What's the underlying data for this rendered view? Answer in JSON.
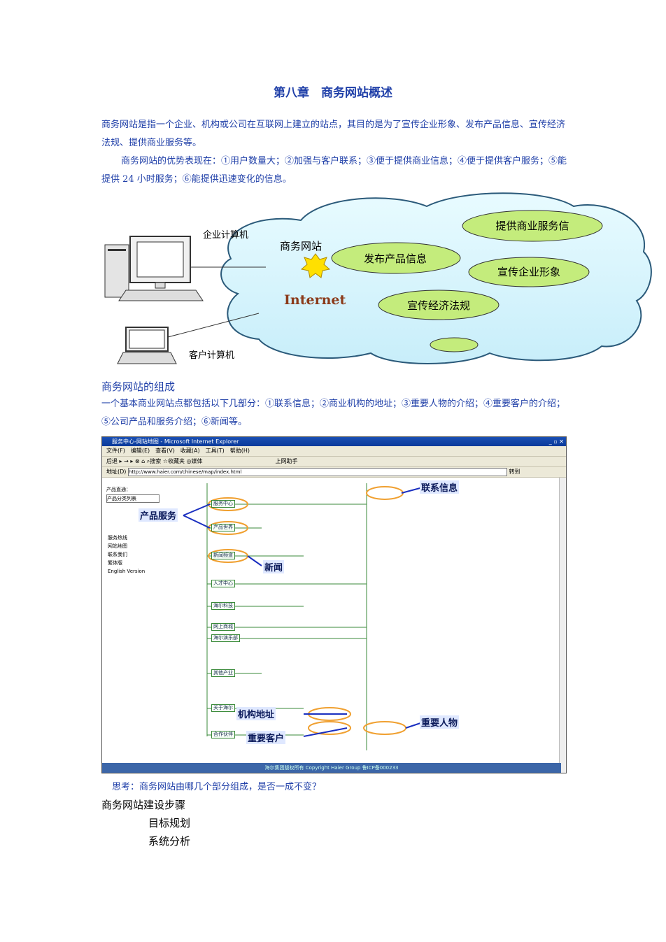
{
  "title": "第八章　商务网站概述",
  "intro": "商务网站是指一个企业、机构或公司在互联网上建立的站点，其目的是为了宣传企业形象、发布产品信息、宣传经济法规、提供商业服务等。",
  "advantages": "商务网站的优势表现在：①用户数量大；②加强与客户联系；③便于提供商业信息；④便于提供客户服务；⑤能提供 24 小时服务；⑥能提供迅速变化的信息。",
  "diagram": {
    "corp_pc": "企业计算机",
    "client_pc": "客户计算机",
    "site": "商务网站",
    "internet": "Internet",
    "bubbles": [
      "提供商业服务信",
      "发布产品信息",
      "宣传企业形象",
      "宣传经济法规"
    ]
  },
  "composition_heading": "商务网站的组成",
  "composition_text": "一个基本商业网站点都包括以下几部分：①联系信息；②商业机构的地址；③重要人物的介绍；④重要客户的介绍；⑤公司产品和服务介绍；⑥新闻等。",
  "screenshot": {
    "window_title": "服务中心-网站地图 - Microsoft Internet Explorer",
    "menu": "文件(F)　编辑(E)　查看(V)　收藏(A)　工具(T)　帮助(H)",
    "toolbar": "后退 ▸ → ▸ ⊗ ⌂ ⌕搜索 ☆收藏夹 ◎媒体　　　　　　　　　　　　　上网助手",
    "address_label": "地址(D)",
    "address": "http://www.haier.com/chinese/map/index.html",
    "go": "转到",
    "left_title": "产品直通：",
    "left_select": "产品分类列表",
    "left_links": [
      "服务热线",
      "网站地图",
      "联系我们",
      "繁体版",
      "English Version"
    ],
    "callouts": [
      "产品服务",
      "新闻",
      "联系信息",
      "机构地址",
      "重要客户",
      "重要人物"
    ],
    "nodes": [
      "服务中心",
      "产品世界",
      "新闻频道",
      "人才中心",
      "海尔科技",
      "网上商城",
      "海尔演乐部",
      "其他产业",
      "关于海尔",
      "合作伙伴"
    ],
    "footer": "海尔集团版权所有 Copyright Haier Group 鲁ICP备000233"
  },
  "think": "思考：商务网站由哪几个部分组成，是否一成不变？",
  "build_heading": "商务网站建设步骤",
  "steps": [
    "目标规划",
    "系统分析"
  ]
}
